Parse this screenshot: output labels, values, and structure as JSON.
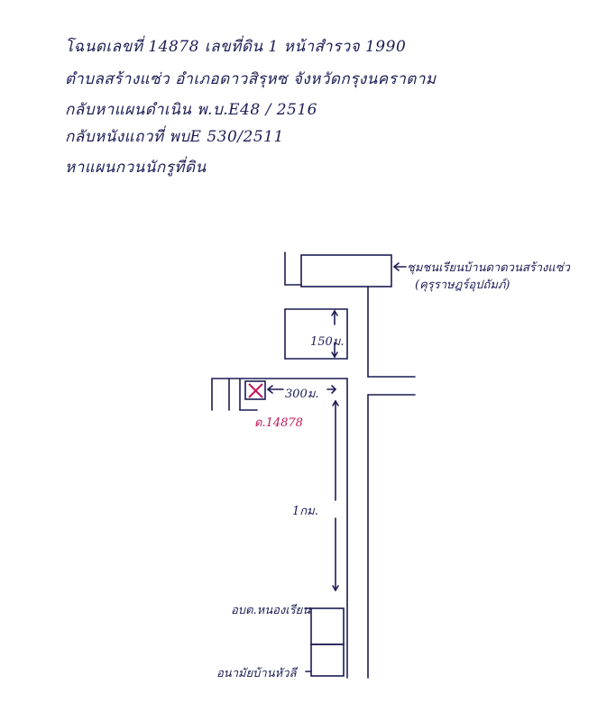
{
  "header": {
    "lines": [
      "โฉนดเลขที่ 14878  เลขที่ดิน 1  หน้าสำรวจ 1990",
      "ตำบลสร้างแซ่ว  อำเภอดาวสิรุหซ  จังหวัดกรุงนคราตาม",
      "กลับหาแผนดำเนิน พ.บ.E48 / 2516",
      "กลับหนังแถวที่ พบE 530/2511",
      "หาแผนกวนนักรูที่ดิน"
    ]
  },
  "map": {
    "top_building_label": "ชุมชนเรียนบ้านดาดวนสร้างแซ่ว",
    "top_building_sub": "(คุรุราษฎร์อุปถัมภ์)",
    "dist_150": "150ม.",
    "dist_300": "300ม.",
    "parcel_label": "ด.14878",
    "dist_1km": "1กม.",
    "bottom_label_1": "อบต.หนองเรียน",
    "bottom_label_2": "อนามัยบ้านหัวลี"
  },
  "colors": {
    "ink": "#1c1c55",
    "parcel_mark": "#c2185b"
  }
}
